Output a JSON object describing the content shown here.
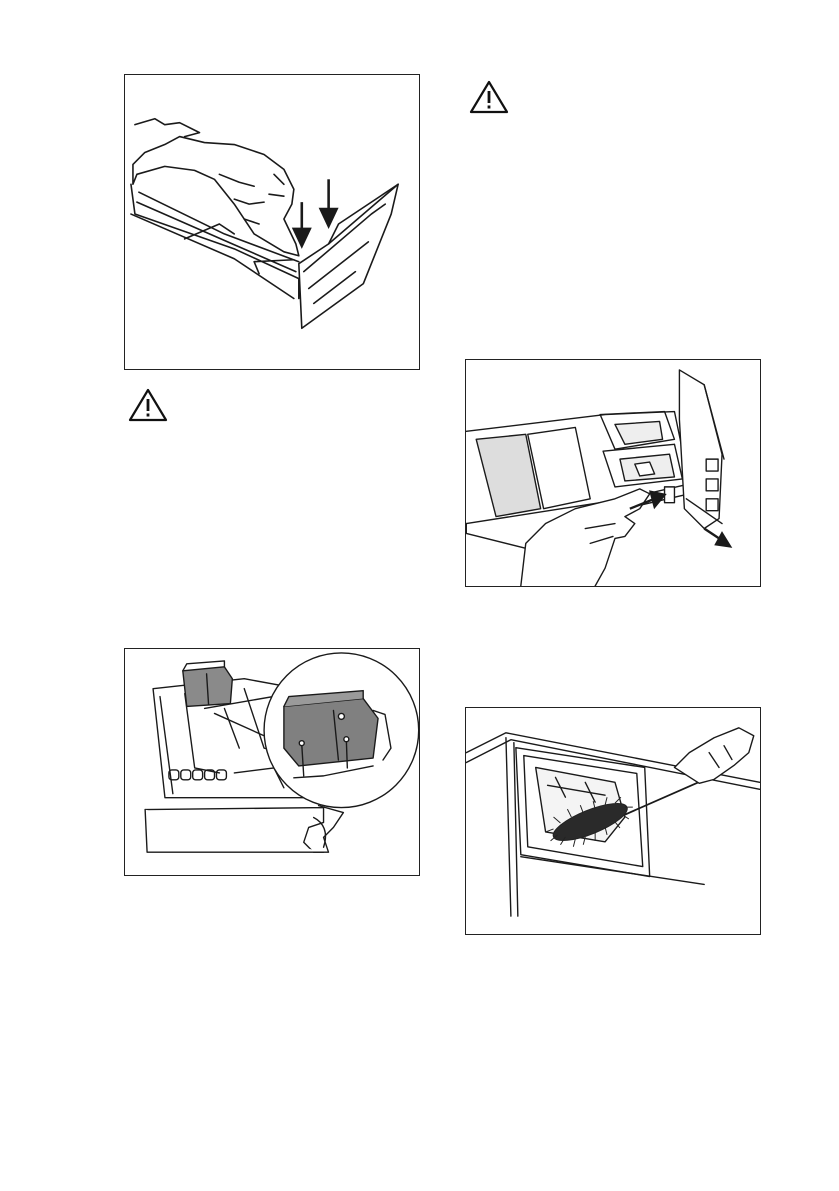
{
  "left_column": {
    "figure_1": {
      "icon": "drawer-insert-illustration",
      "arrows": 2
    },
    "warning_1": {
      "icon": "warning-triangle-icon"
    },
    "figure_2": {
      "icon": "siphon-cap-illustration"
    }
  },
  "right_column": {
    "warning_2": {
      "icon": "warning-triangle-icon"
    },
    "figure_3": {
      "icon": "drawer-release-illustration"
    },
    "figure_4": {
      "icon": "recess-brush-cleaning-illustration"
    }
  },
  "colors": {
    "line": "#1a1a1a",
    "frame": "#222222",
    "shade": "#777777",
    "dark": "#2a2a2a"
  }
}
